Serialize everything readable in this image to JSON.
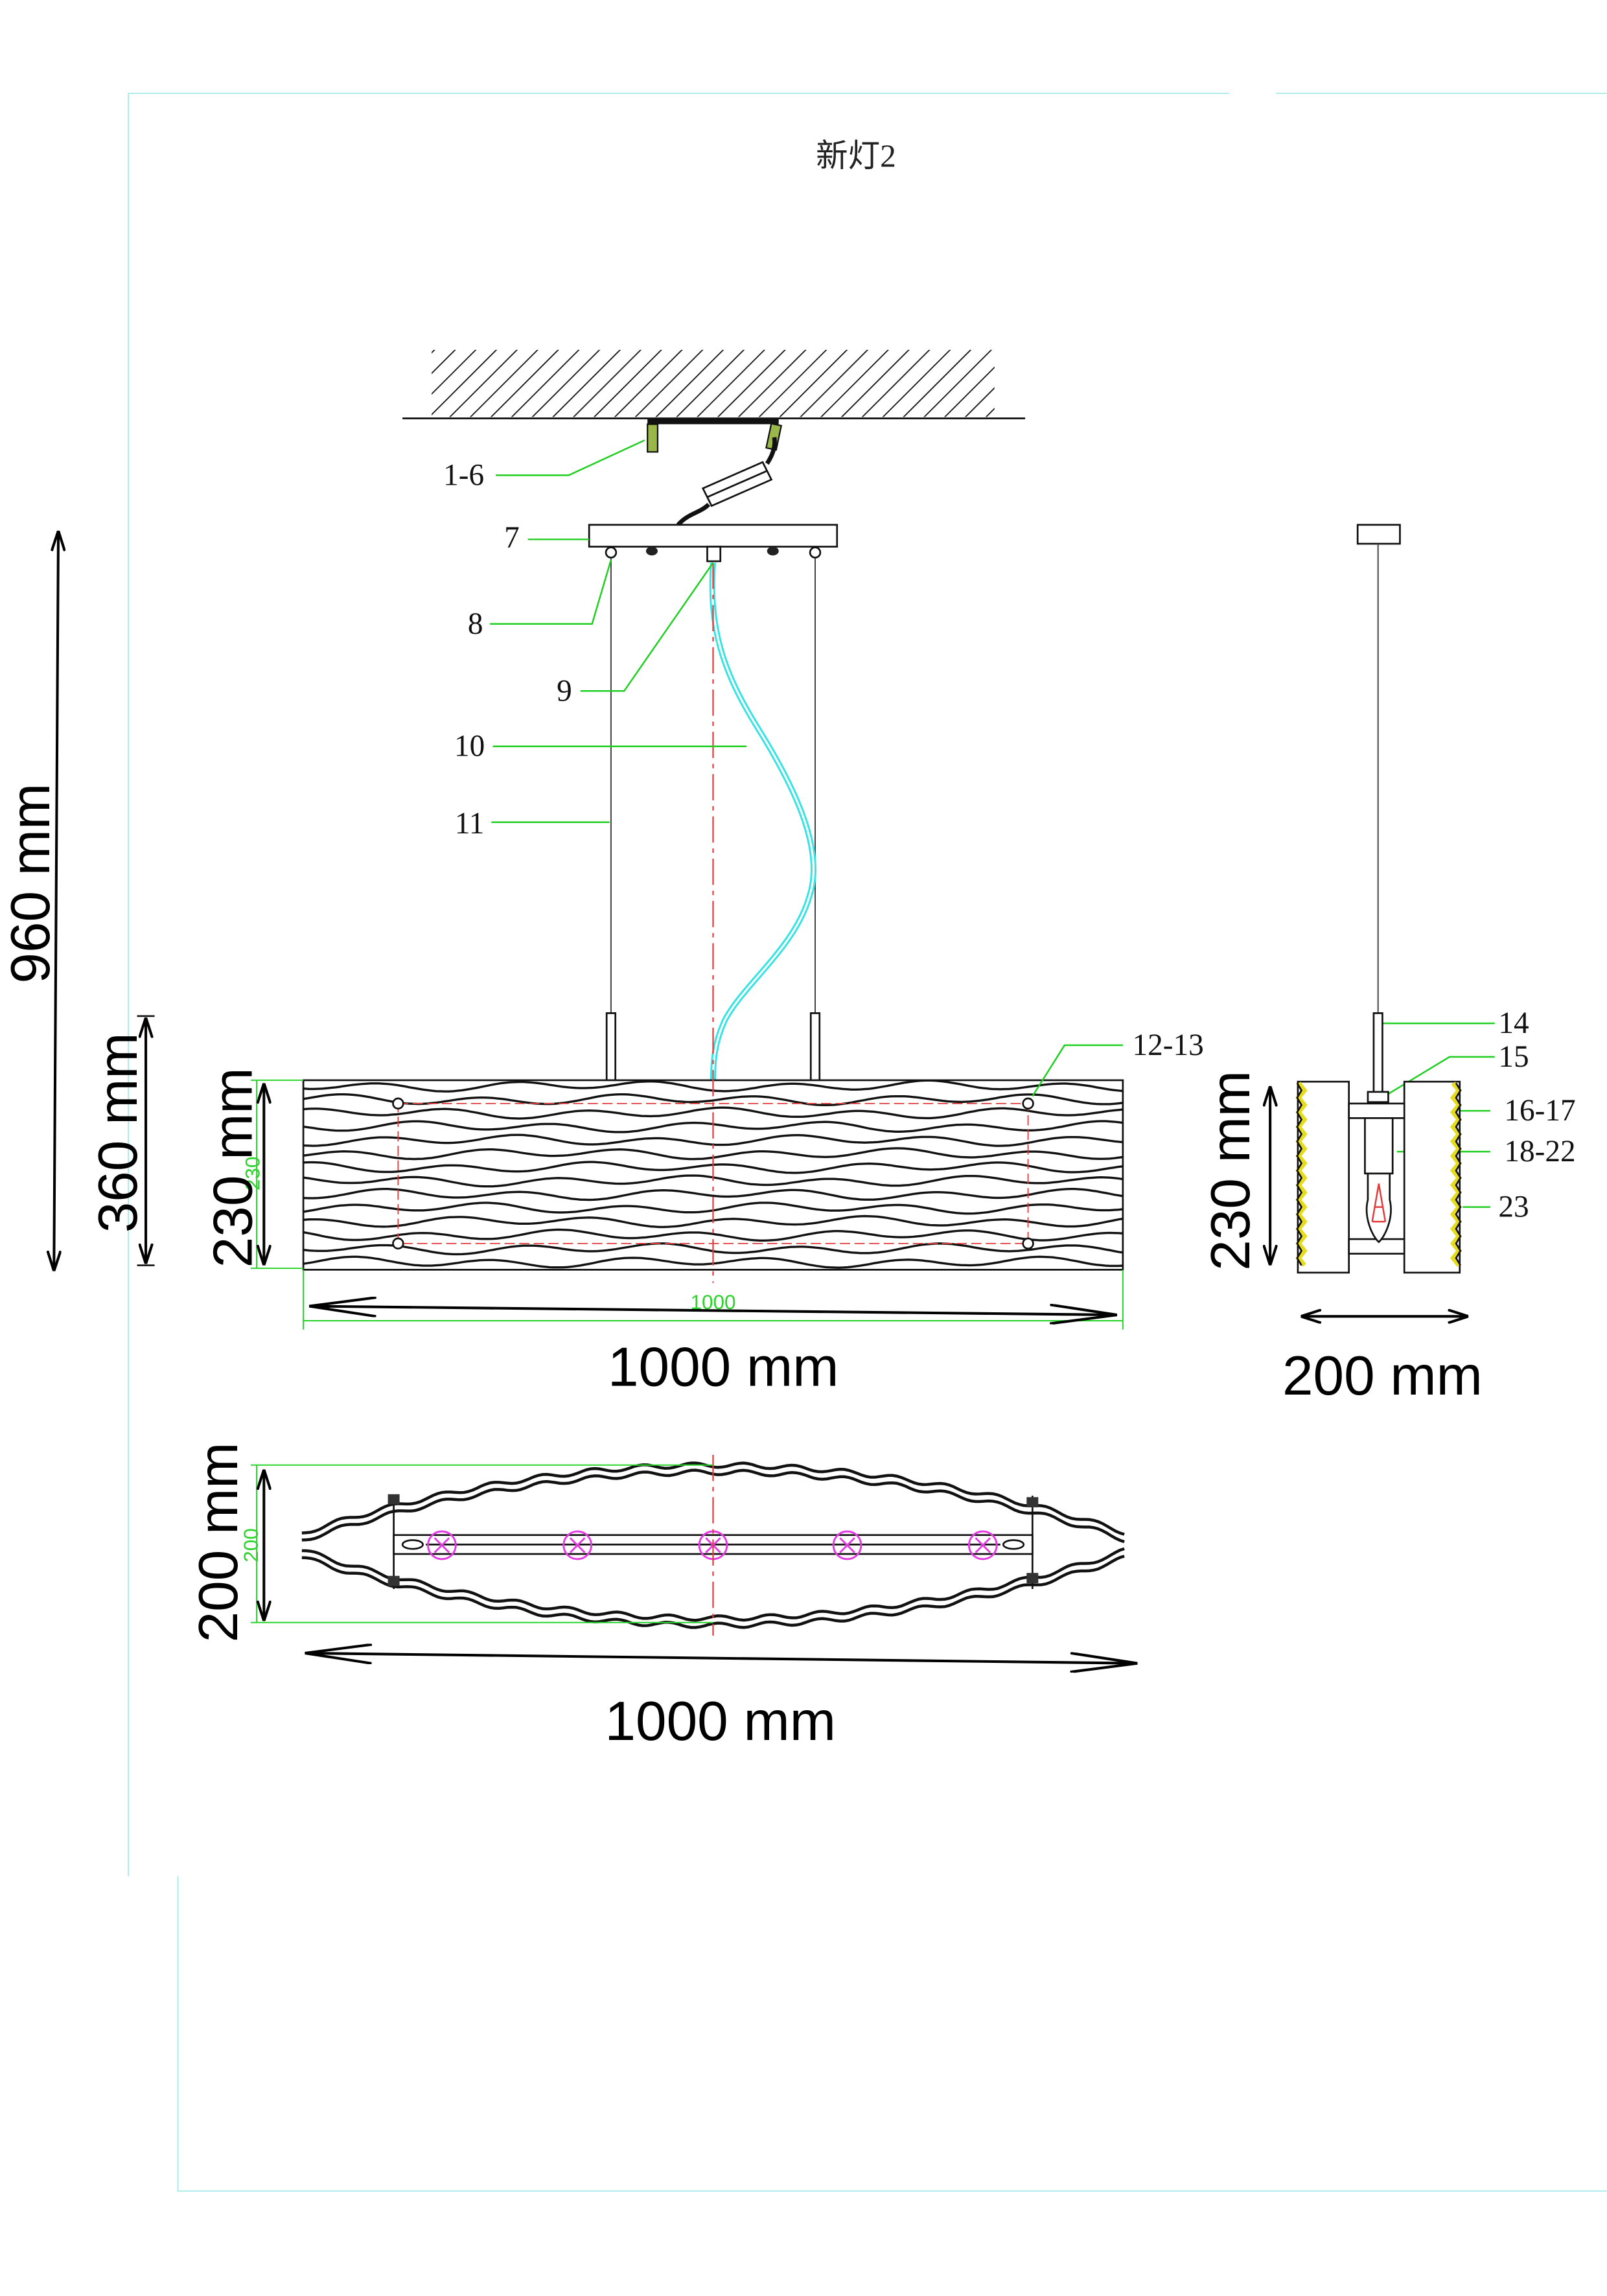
{
  "title": "新灯2",
  "callouts": [
    "1-6",
    "7",
    "8",
    "9",
    "10",
    "11",
    "12-13",
    "14",
    "15",
    "16-17",
    "18-22",
    "23"
  ],
  "dimensions": {
    "overall_height": "960 mm",
    "fixture_height": "360 mm",
    "front_shade_height": "230 mm",
    "front_shade_height_raw": "230",
    "front_width_raw": "1000",
    "front_width": "1000 mm",
    "side_shade_height": "230 mm",
    "side_depth": "200 mm",
    "top_depth": "200 mm",
    "top_depth_raw": "200",
    "top_width": "1000 mm"
  },
  "colors": {
    "leader": "#1fcf1f",
    "cable": "#35e3e3",
    "centerline": "#e23b3b",
    "fixture_marks": "#e33ce3",
    "frame": "#a6e9e9",
    "edge_accent": "#e6dc1e",
    "dimension_green": "#2bd42b"
  }
}
